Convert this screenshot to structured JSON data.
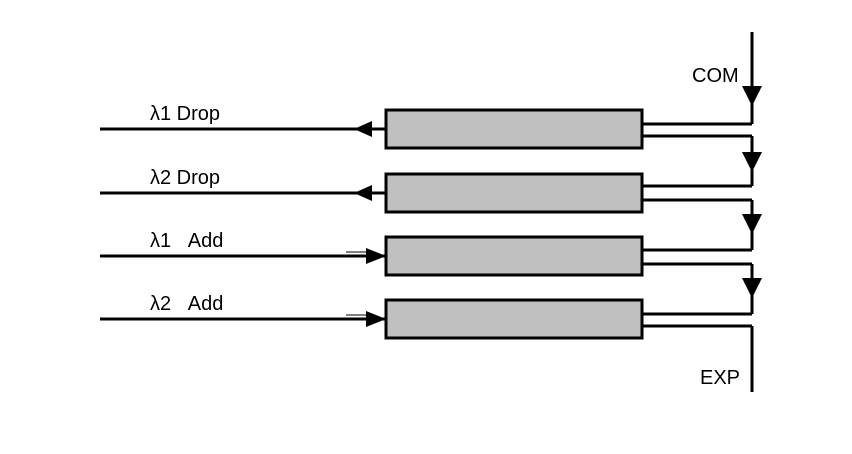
{
  "labels": {
    "ch1": "λ1 Drop",
    "ch2": "λ2 Drop",
    "ch3": "λ1   Add",
    "ch4": "λ2   Add",
    "com": "COM",
    "exp": "EXP"
  },
  "colors": {
    "line": "#000000",
    "filter_fill": "#c0c0c0",
    "background": "#ffffff"
  }
}
